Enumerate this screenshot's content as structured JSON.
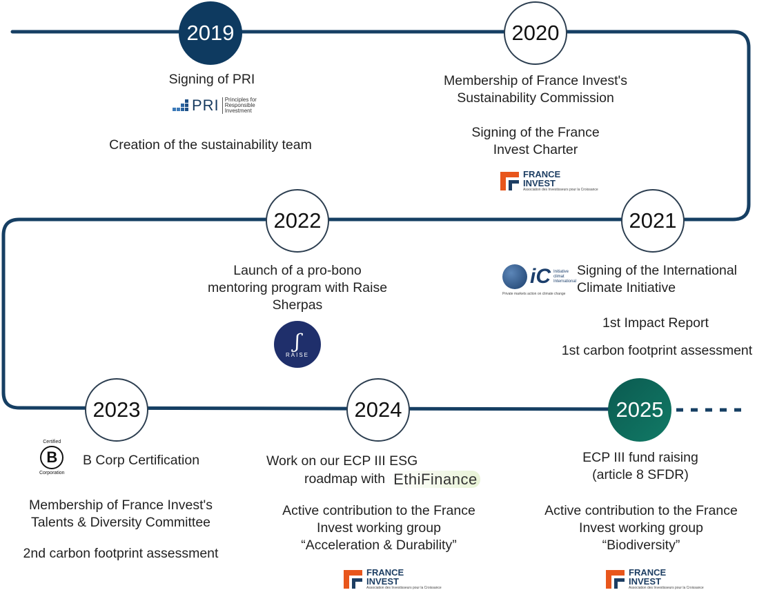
{
  "colors": {
    "path": "#163f63",
    "node_2019": "#0e3a60",
    "node_2025": "#0b5a50",
    "france_invest_orange": "#e8561c",
    "france_invest_navy": "#1d3e63"
  },
  "nodes": [
    {
      "year": "2019",
      "style": "filled"
    },
    {
      "year": "2020",
      "style": "outline"
    },
    {
      "year": "2021",
      "style": "outline"
    },
    {
      "year": "2022",
      "style": "outline"
    },
    {
      "year": "2023",
      "style": "outline"
    },
    {
      "year": "2024",
      "style": "outline"
    },
    {
      "year": "2025",
      "style": "green"
    }
  ],
  "events": {
    "y2019": {
      "line1": "Signing of PRI",
      "line2": "Creation of the sustainability team"
    },
    "y2020": {
      "line1": "Membership of France Invest's",
      "line2": "Sustainability Commission",
      "line3": "Signing of the France",
      "line4": "Invest Charter"
    },
    "y2021": {
      "line1": "Signing of the International",
      "line2": "Climate Initiative",
      "line3": "1st Impact Report",
      "line4": "1st carbon footprint assessment"
    },
    "y2022": {
      "line1": "Launch of a pro-bono",
      "line2": "mentoring program with Raise",
      "line3": "Sherpas"
    },
    "y2023": {
      "line1": "B Corp Certification",
      "line2": "Membership of France Invest's",
      "line3": "Talents & Diversity Committee",
      "line4": "2nd carbon footprint assessment"
    },
    "y2024": {
      "line1": "Work on our ECP III ESG",
      "line2": "roadmap with",
      "line3": "Active contribution to the France",
      "line4": "Invest working group",
      "line5": "“Acceleration & Durability”"
    },
    "y2025": {
      "line1": "ECP III fund raising",
      "line2": "(article 8 SFDR)",
      "line3": "Active contribution to the France",
      "line4": "Invest working group",
      "line5": "“Biodiversity”"
    }
  },
  "logos": {
    "pri": {
      "name": "PRI",
      "icon": "pri-logo",
      "sub1": "Principles for",
      "sub2": "Responsible",
      "sub3": "Investment"
    },
    "france_invest": {
      "icon": "france-invest-logo",
      "l1": "FRANCE",
      "l2": "INVEST",
      "sub": "Association des Investisseurs pour la Croissance"
    },
    "raise": {
      "icon": "raise-logo",
      "mark": "ʃ",
      "word": "RAISE"
    },
    "ici": {
      "icon": "initiative-climat-international-logo",
      "mark": "iC",
      "t1": "Initiative",
      "t2": "climat",
      "t3": "International",
      "foot": "Private markets action on climate change"
    },
    "bcorp": {
      "icon": "b-corp-logo",
      "top": "Certified",
      "mark": "B",
      "bottom": "Corporation"
    },
    "ethifinance": {
      "icon": "ethifinance-logo",
      "name": "EthiFinance"
    }
  }
}
